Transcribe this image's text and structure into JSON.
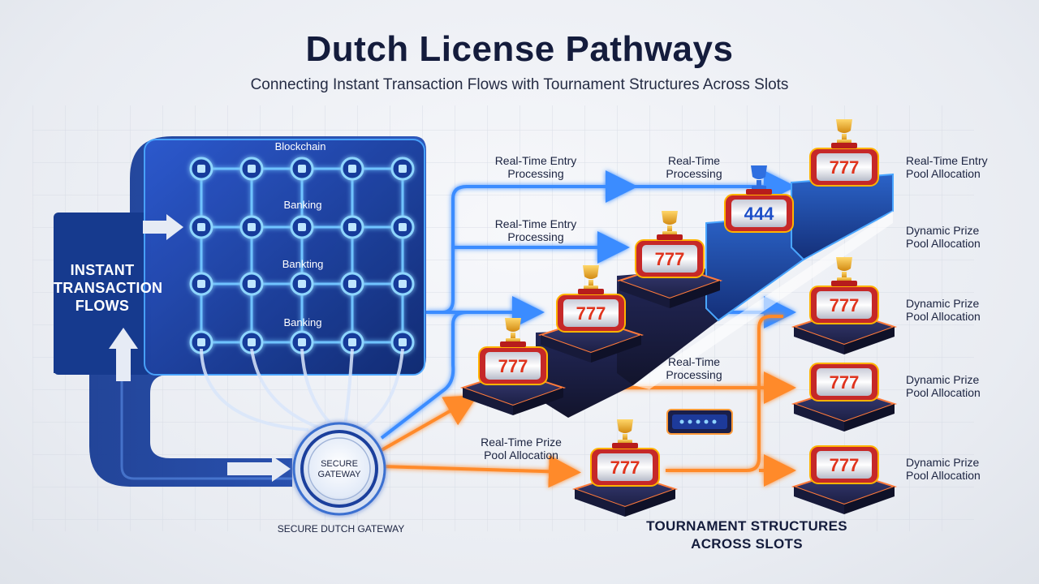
{
  "title": "Dutch License Pathways",
  "subtitle": "Connecting Instant Transaction Flows with Tournament Structures Across Slots",
  "left_block": {
    "label_line1": "INSTANT",
    "label_line2": "TRANSACTION",
    "label_line3": "FLOWS",
    "grid_labels": [
      "Blockchain",
      "Banking",
      "Bankting",
      "Banking"
    ]
  },
  "gateway": {
    "inner_line1": "SECURE",
    "inner_line2": "GATEWAY",
    "caption": "SECURE DUTCH GATEWAY"
  },
  "flow_labels": {
    "top_left": [
      "Real-Time Entry",
      "Processing"
    ],
    "top_mid": [
      "Real-Time",
      "Processing"
    ],
    "mid_left": [
      "Real-Time Entry",
      "Processing"
    ],
    "lower_mid": [
      "Real-Time",
      "Processing"
    ],
    "bottom": [
      "Real-Time Prize",
      "Pool Allocation"
    ]
  },
  "right_labels": [
    [
      "Real-Time Entry",
      "Pool Allocation"
    ],
    [
      "Dynamic Prize",
      "Pool Allocation"
    ],
    [
      "Dynamic Prize",
      "Pool Allocation"
    ],
    [
      "Dynamic Prize",
      "Pool Allocation"
    ],
    [
      "Dynamic Prize",
      "Pool Allocation"
    ]
  ],
  "slot_symbols": {
    "sevens": "777",
    "fours": "444"
  },
  "footer": {
    "line1": "TOURNAMENT STRUCTURES",
    "line2": "ACROSS SLOTS"
  },
  "colors": {
    "blue_panel": "#1b3f9c",
    "blue_glow": "#4aa6ff",
    "orange_flow": "#ff8a2a",
    "title": "#141c3c"
  }
}
